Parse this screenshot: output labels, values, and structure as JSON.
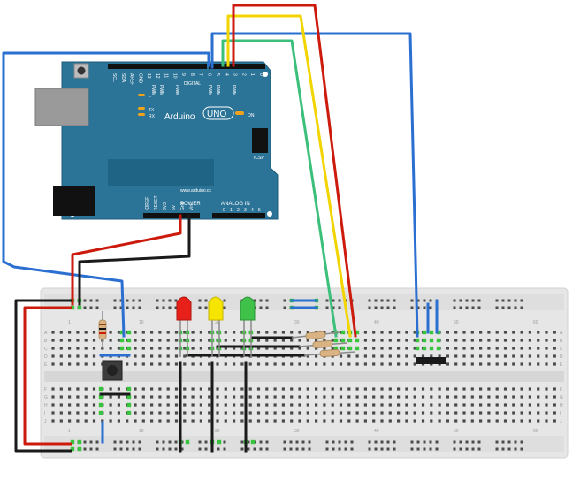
{
  "board": {
    "brand": "Arduino",
    "model": "UNO",
    "on_label": "ON",
    "icsp_label": "ICSP",
    "website": "www.arduino.cc",
    "digital_label": "DIGITAL",
    "pwm_label": "PWM",
    "power_label": "POWER",
    "analog_label": "ANALOG IN",
    "tx_label": "TX",
    "rx_label": "RX",
    "l_label": "L",
    "top_pins": [
      "SCL",
      "SDA",
      "AREF",
      "GND",
      "13",
      "12",
      "11",
      "10",
      "9",
      "8",
      "7",
      "6",
      "5",
      "4",
      "3",
      "2",
      "1",
      "0"
    ],
    "power_pins": [
      "IOREF",
      "RESET",
      "3V3",
      "5V",
      "Gnd",
      "Vin"
    ],
    "analog_pins": [
      "0",
      "1",
      "2",
      "3",
      "4",
      "5"
    ]
  },
  "breadboard": {
    "row_letters_top": [
      "A",
      "B",
      "C",
      "D",
      "E"
    ],
    "row_letters_bottom": [
      "F",
      "G",
      "H",
      "I",
      "J"
    ],
    "column_numbers": [
      "1",
      "10",
      "20",
      "30",
      "40",
      "50",
      "60"
    ]
  },
  "colors": {
    "board": "#2c7497",
    "breadboard": "#e6e6e6",
    "wire_red": "#cc1a0c",
    "wire_yellow": "#f2d400",
    "wire_green": "#3cbf7a",
    "wire_blue": "#2b6fd1",
    "wire_black": "#1a1a1a",
    "led_red": "#e8201a",
    "led_yellow": "#f5e500",
    "led_green": "#3fc14a"
  },
  "icons": [
    "usb-connector-icon",
    "power-jack-icon",
    "reset-button-icon",
    "pushbutton-icon",
    "led-icon",
    "resistor-icon"
  ]
}
